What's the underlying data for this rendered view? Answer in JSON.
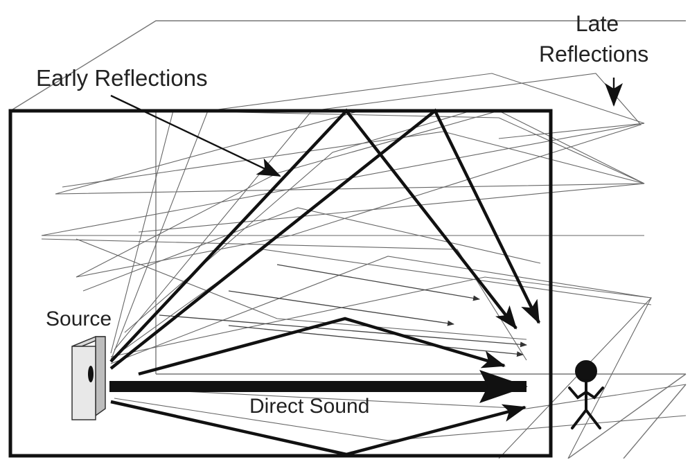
{
  "labels": {
    "early_reflections": "Early Reflections",
    "late_reflections_line1": "Late",
    "late_reflections_line2": "Reflections",
    "source": "Source",
    "direct_sound": "Direct Sound"
  },
  "colors": {
    "ink": "#1a1a1a",
    "thin_line": "#6b6b6b",
    "speaker_face": "#e6e6e6",
    "speaker_side": "#c4c4c4",
    "background": "#ffffff"
  },
  "icons": {
    "speaker": "speaker-icon",
    "listener": "person-icon"
  }
}
